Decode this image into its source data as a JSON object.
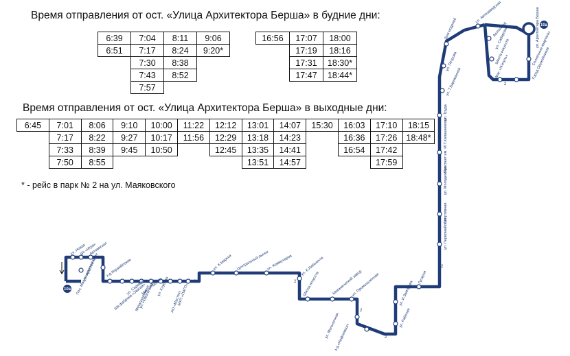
{
  "weekday": {
    "heading": "Время отправления от ост. «Улица Архитектора Берша» в будние дни:",
    "left_rows": [
      [
        "6:39",
        "7:04",
        "8:11",
        "9:06"
      ],
      [
        "6:51",
        "7:17",
        "8:24",
        "9:20*"
      ],
      [
        "",
        "7:30",
        "8:38",
        ""
      ],
      [
        "",
        "7:43",
        "8:52",
        ""
      ],
      [
        "",
        "7:57",
        "",
        ""
      ]
    ],
    "right_rows": [
      [
        "16:56",
        "17:07",
        "18:00"
      ],
      [
        "",
        "17:19",
        "18:16"
      ],
      [
        "",
        "17:31",
        "18:30*"
      ],
      [
        "",
        "17:47",
        "18:44*"
      ]
    ]
  },
  "weekend": {
    "heading": "Время отправления от ост. «Улица Архитектора Берша» в выходные дни:",
    "rows": [
      [
        "6:45",
        "7:01",
        "8:06",
        "9:10",
        "10:00",
        "11:22",
        "12:12",
        "13:01",
        "14:07",
        "15:30",
        "16:03",
        "17:10",
        "18:15"
      ],
      [
        "",
        "7:17",
        "8:22",
        "9:27",
        "10:17",
        "11:56",
        "12:29",
        "13:18",
        "14:23",
        "",
        "16:36",
        "17:26",
        "18:48*"
      ],
      [
        "",
        "7:33",
        "8:39",
        "9:45",
        "10:50",
        "",
        "12:45",
        "13:35",
        "14:41",
        "",
        "16:54",
        "17:42",
        ""
      ],
      [
        "",
        "7:50",
        "8:55",
        "",
        "",
        "",
        "",
        "13:51",
        "14:57",
        "",
        "",
        "17:59",
        ""
      ]
    ]
  },
  "footnote": "* - рейс в парк № 2 на ул. Маяковского",
  "map": {
    "route_badge": "10а",
    "segment_number": "2",
    "colors": {
      "route": "#1f3b78",
      "stop_fill": "#ffffff"
    },
    "stops": {
      "dom_modeley": "Дом моделей",
      "avtozavodskaya": "ул. Автозаводская",
      "avtozavod": "Автозавод",
      "sabirova": "ул. Сабирова",
      "bersha": "ул. Архитектора Берша",
      "shkola_iskusstv": "Школа искусств",
      "solnechnye_kvartaly": "Солнечные кварталы",
      "gorod_oruzheynikov": "Город Оружейников",
      "mag_zhigulya": "Маг. «Жигуль»",
      "petrova": "ул. Петрова",
      "baramzinoy": "ул. Т.Барамзиной",
      "truda": "ул. Труда",
      "prospekt_kalashnikova": "Проспект им. М.Т.Калашникова",
      "molodezhnaya": "ул. Молодежная",
      "sportivnaya": "Спортивная",
      "pervomayskaya": "ул. Первомайская",
      "novaya": "ул. Новая",
      "igra": "д/к «Игра»",
      "avtovokzal": "Автовокзал",
      "aristov_klyuch": "ул. Аристов ключ",
      "posyolok_stroitelya": "Пос. Машиностроителя",
      "keramblokov": "з-д Керамблоков",
      "sadovaya": "ул. Садовая",
      "mag_rodina": "Маг. «Родина»",
      "klubnaya": "ул. Клубная",
      "novoselnaya": "ул. Новосельная",
      "shvfabrika": "Шв.фабрика «Заигай»",
      "metalloremont": "Металлоремонт",
      "ao_mastek": "АО «Мастек»",
      "mup_ptu": "МУП «ПАТП»",
      "k_marksa": "ул. К.Маркса",
      "centralny_rynok": "Центральный рынок",
      "kommunarov": "ул. Коммунаров",
      "k_libknekhta": "ул. К.Либкнехта",
      "shkola_iskusstv2": "Школа искусств",
      "mekhanicheskiy_zavod": "Механический завод",
      "promyshlennaya": "ул. Промышленная",
      "melnichnaya": "ул. Мельничная",
      "neftemash": "з-д «Нефтемаш»",
      "rabochaya": "ул. Рабочая",
      "zamorova": "ул. И.Заморова",
      "avtostanciya": "Гусарня"
    }
  }
}
